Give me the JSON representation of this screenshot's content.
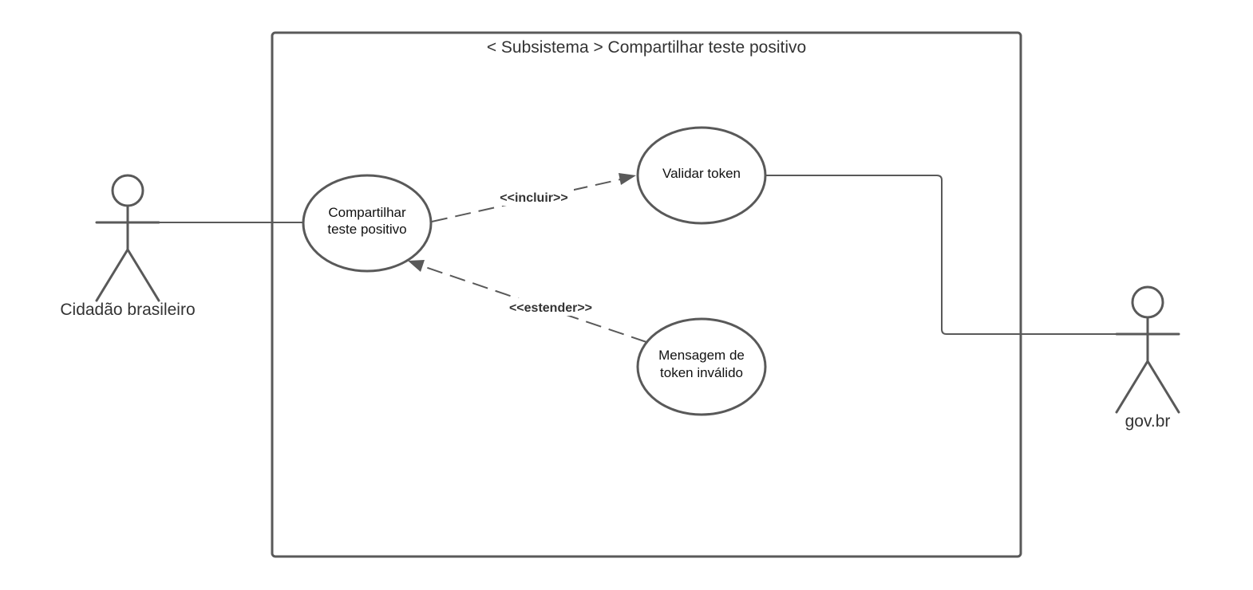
{
  "system": {
    "title": "< Subsistema > Compartilhar teste positivo"
  },
  "actors": {
    "citizen": {
      "label": "Cidadão brasileiro"
    },
    "govbr": {
      "label": "gov.br"
    }
  },
  "use_cases": {
    "share": {
      "line1": "Compartilhar",
      "line2": "teste positivo"
    },
    "validate": {
      "line1": "Validar token"
    },
    "message": {
      "line1": "Mensagem de",
      "line2": "token inválido"
    }
  },
  "relations": {
    "include": {
      "label": "<<incluir>>"
    },
    "extend": {
      "label": "<<estender>>"
    }
  },
  "colors": {
    "stroke": "#595959",
    "text": "#333333"
  }
}
